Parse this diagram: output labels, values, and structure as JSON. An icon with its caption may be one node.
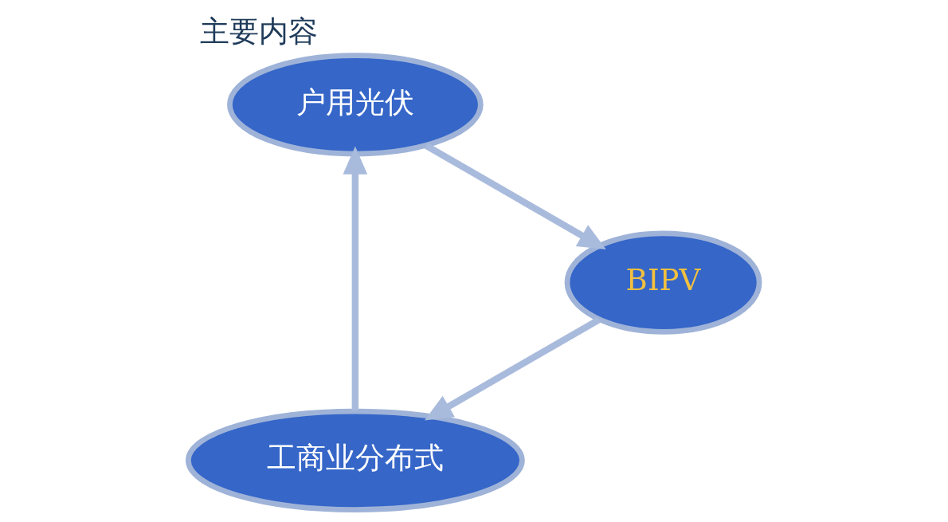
{
  "diagram": {
    "title": "主要内容",
    "nodes": [
      {
        "text": [
          "工商业分布式"
        ]
      },
      {
        "text": [
          "户用光伏"
        ]
      },
      {
        "text": [
          "BIPV"
        ]
      }
    ],
    "edges": [
      {
        "from": 0,
        "to": 1,
        "arrow": "to"
      },
      {
        "from": 1,
        "to": 2,
        "arrow": "to"
      },
      {
        "from": 2,
        "to": 0,
        "arrow": "to"
      }
    ]
  }
}
